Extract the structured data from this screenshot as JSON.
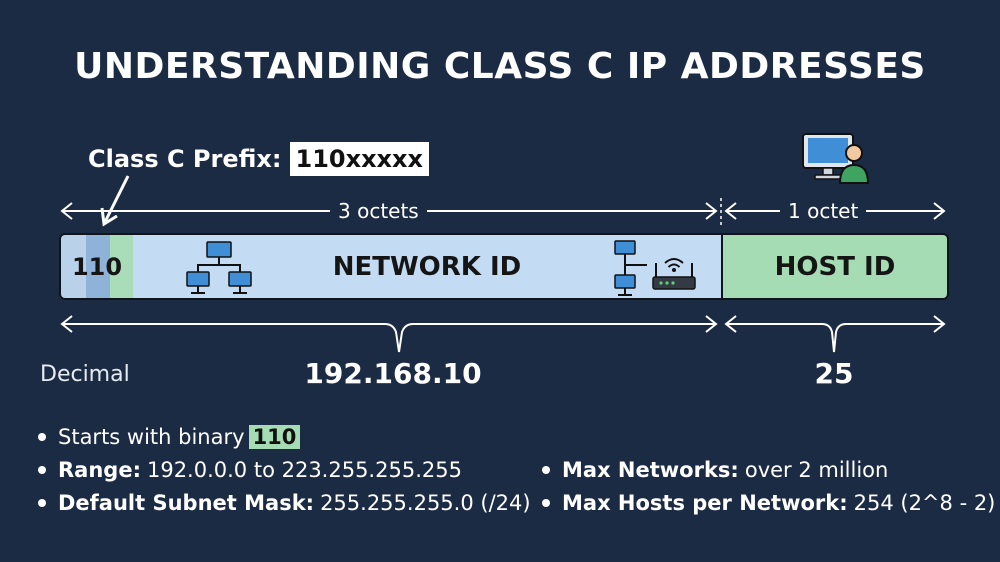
{
  "title": "UNDERSTANDING CLASS C IP ADDRESSES",
  "prefix": {
    "label": "Class C Prefix:",
    "value": "110xxxxx"
  },
  "spans": {
    "network": "3 octets",
    "host": "1 octet"
  },
  "bar": {
    "prefix_bits": "110",
    "network_label": "NETWORK ID",
    "host_label": "HOST ID"
  },
  "decimal": {
    "label": "Decimal",
    "network": "192.168.10",
    "host": "25"
  },
  "facts_left": [
    {
      "text": "Starts with binary",
      "highlight": "110"
    },
    {
      "key": "Range:",
      "text": "192.0.0.0 to 223.255.255.255"
    },
    {
      "key": "Default Subnet Mask:",
      "text": "255.255.255.0 (/24)"
    }
  ],
  "facts_right": [
    {
      "key": "Max Networks:",
      "text": "over 2 million"
    },
    {
      "key": "Max Hosts per Network:",
      "text": "254 (2^8 - 2)"
    }
  ],
  "colors": {
    "background": "#1c2b44",
    "network_segment": "#c4dcf3",
    "host_segment": "#a6dcb4",
    "prefix_dark": "#8fb2d8",
    "highlight": "#a6dcb4",
    "icon_blue": "#3f8ed6",
    "icon_green": "#3fa461"
  },
  "icons": [
    "network-topology-icon",
    "network-switch-icon",
    "wifi-router-icon",
    "computer-user-icon"
  ]
}
